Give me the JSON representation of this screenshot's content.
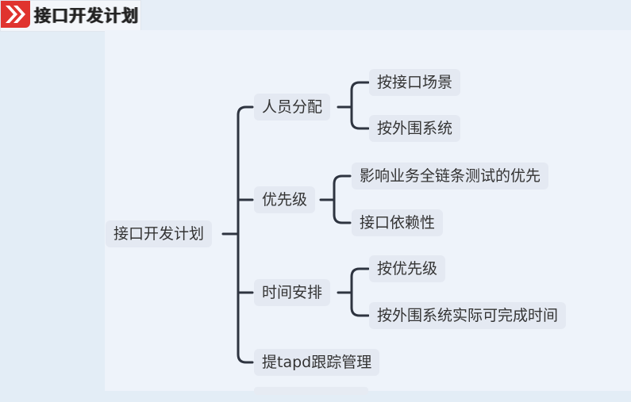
{
  "header": {
    "title": "接口开发计划"
  },
  "mindmap": {
    "root": "接口开发计划",
    "branches": [
      {
        "label": "人员分配",
        "children": [
          "按接口场景",
          "按外围系统"
        ]
      },
      {
        "label": "优先级",
        "children": [
          "影响业务全链条测试的优先",
          "接口依赖性"
        ]
      },
      {
        "label": "时间安排",
        "children": [
          "按优先级",
          "按外围系统实际可完成时间"
        ]
      },
      {
        "label": "提tapd跟踪管理",
        "children": []
      }
    ]
  },
  "colors": {
    "accent": "#e0332e",
    "connector": "#2e3440",
    "node_bg": "#e4e9f2",
    "canvas_bg": "#eef3fa"
  }
}
